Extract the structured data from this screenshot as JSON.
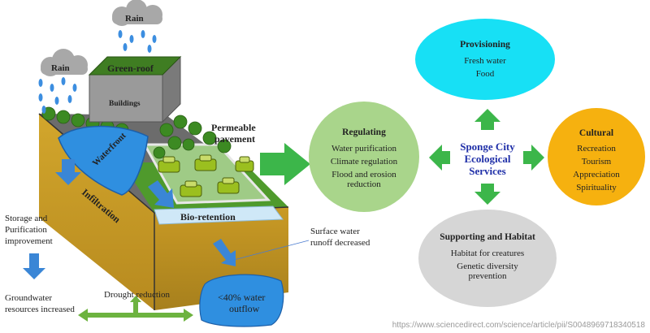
{
  "colors": {
    "accent_green": "#3cb64a",
    "provisioning_fill": "#17e0f5",
    "regulating_fill": "#a9d58b",
    "cultural_fill": "#f6b10f",
    "supporting_fill": "#d6d6d6",
    "soil": "#c69a2a",
    "water": "#2f8fe0",
    "title_blue": "#1f2fa8"
  },
  "diagram": {
    "rain_left": "Rain",
    "rain_top": "Rain",
    "green_roof": "Green-roof",
    "buildings": "Buildings",
    "permeable_line1": "Permeable",
    "permeable_line2": "pavement",
    "waterfront": "Waterfront",
    "infiltration": "Infiltration",
    "bio_retention": "Bio-retention",
    "storage_line1": "Storage and",
    "storage_line2": "Purification",
    "storage_line3": "improvement",
    "surface_line1": "Surface water",
    "surface_line2": "runoff decreased",
    "groundwater_line1": "Groundwater",
    "groundwater_line2": "resources increased",
    "drought": "Drought reduction",
    "outflow_line1": "<40% water",
    "outflow_line2": "outflow"
  },
  "services": {
    "center_line1": "Sponge City",
    "center_line2": "Ecological",
    "center_line3": "Services",
    "provisioning": {
      "title": "Provisioning",
      "items": [
        "Fresh water",
        "Food"
      ]
    },
    "regulating": {
      "title": "Regulating",
      "items": [
        "Water purification",
        "Climate regulation",
        "Flood and erosion",
        "reduction"
      ]
    },
    "cultural": {
      "title": "Cultural",
      "items": [
        "Recreation",
        "Tourism",
        "Appreciation",
        "Spirituality"
      ]
    },
    "supporting": {
      "title": "Supporting and Habitat",
      "items": [
        "Habitat for creatures",
        "Genetic diversity",
        "prevention"
      ]
    }
  },
  "source_url": "https://www.sciencedirect.com/science/article/pii/S0048969718340518"
}
